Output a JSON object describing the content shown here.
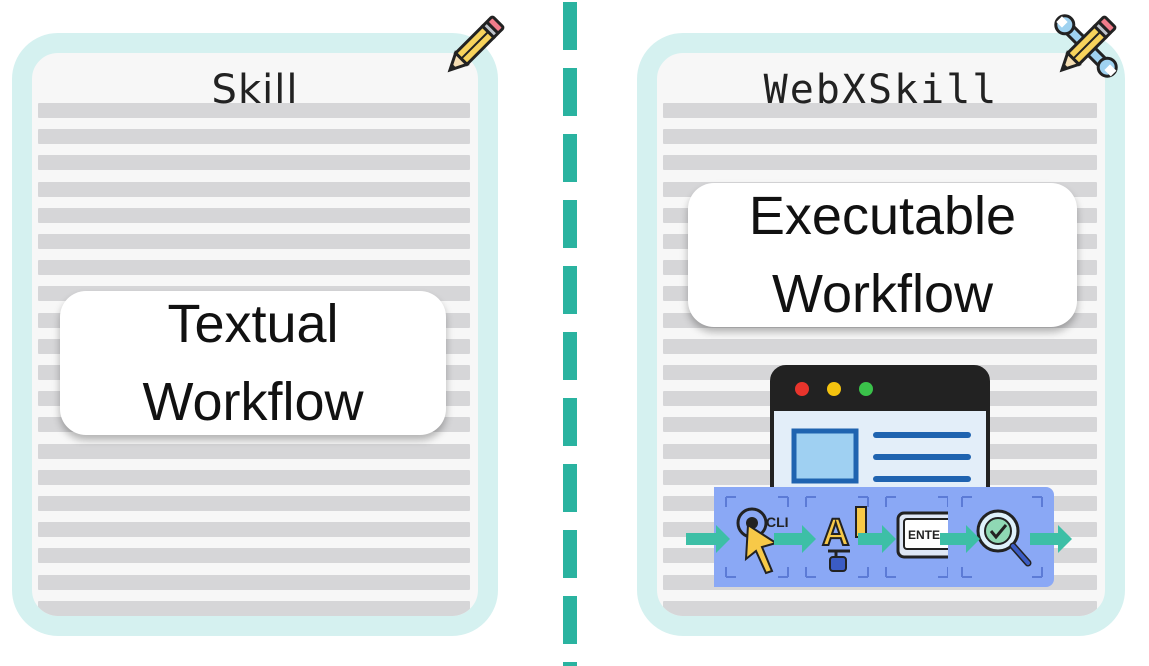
{
  "left_card": {
    "title": "Skill",
    "label_line1": "Textual",
    "label_line2": "Workflow"
  },
  "right_card": {
    "title": "WebXSkill",
    "label_line1": "Executable",
    "label_line2": "Workflow"
  },
  "icons": {
    "left_corner": "pencil-icon",
    "right_corner": "pencil-wrench-icon",
    "browser": "browser-window-icon",
    "actions": [
      "click-icon",
      "type-text-icon",
      "enter-key-icon",
      "verify-search-icon"
    ]
  },
  "action_labels": {
    "click": "CLI",
    "type": "A",
    "enter": "ENTE"
  },
  "colors": {
    "card_border": "#d5f1f0",
    "divider": "#2ab3a0",
    "arrow": "#3dbfa6",
    "action_tile": "#8aa8f5"
  }
}
